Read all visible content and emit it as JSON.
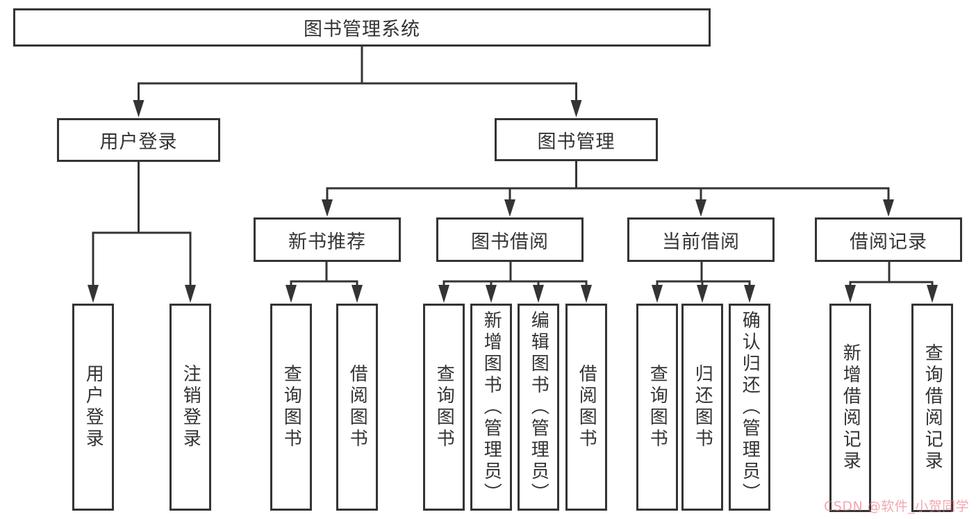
{
  "diagram_type": "hierarchy-tree",
  "colors": {
    "line": "#343434",
    "box_border": "#343434",
    "text": "#333333",
    "background": "#ffffff",
    "watermark": "#eb7080"
  },
  "tree": {
    "root": {
      "label": "图书管理系统"
    },
    "branches": [
      {
        "label": "用户登录",
        "children": [
          "用户登录",
          "注销登录"
        ]
      },
      {
        "label": "图书管理",
        "groups": [
          {
            "label": "新书推荐",
            "children": [
              "查询图书",
              "借阅图书"
            ]
          },
          {
            "label": "图书借阅",
            "children": [
              "查询图书",
              "新增图书（管理员）",
              "编辑图书（管理员）",
              "借阅图书"
            ]
          },
          {
            "label": "当前借阅",
            "children": [
              "查询图书",
              "归还图书",
              "确认归还（管理员）"
            ]
          },
          {
            "label": "借阅记录",
            "children": [
              "新增借阅记录",
              "查询借阅记录"
            ]
          }
        ]
      }
    ]
  },
  "watermark": {
    "text": "CSDN @软件_小贺同学"
  }
}
